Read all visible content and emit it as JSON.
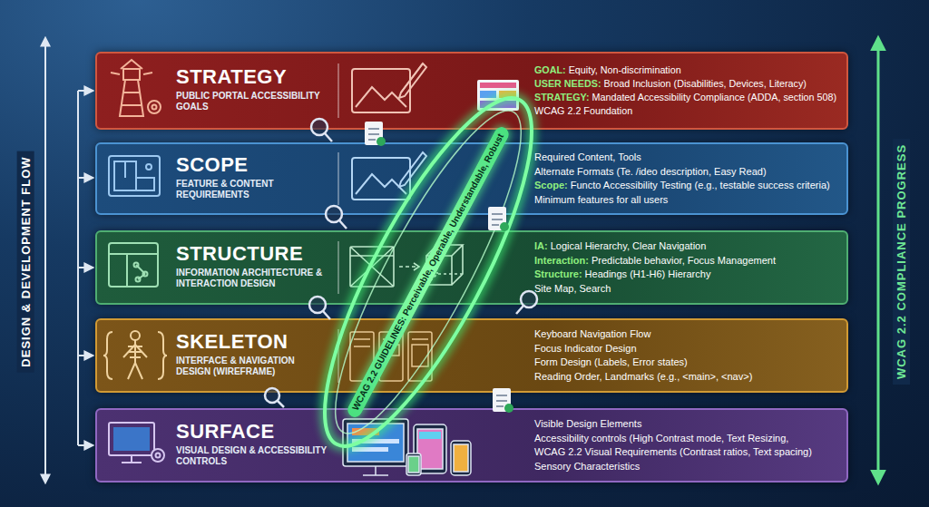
{
  "diagram": {
    "nodes": [
      {
        "text": [
          "STRATEGY",
          "PUBLIC PORTAL ACCESSIBILITY GOALS",
          "GOAL: Equity, Non-discrimination",
          "USER NEEDS: Broad Inclusion (Disabilities, Devices, Literacy)",
          "STRATEGY: Mandated Accessibility Compliance (ADDA, section 508)",
          "WCAG 2.2 Foundation"
        ]
      },
      {
        "text": [
          "SCOPE",
          "FEATURE & CONTENT REQUIREMENTS",
          "Required Content, Tools",
          "Alternate Formats (Te. /ideo description, Easy Read)",
          "Scope: Functo Accessibility Testing (e.g., testable success criteria)",
          "Minimum features for all users"
        ]
      },
      {
        "text": [
          "STRUCTURE",
          "INFORMATION ARCHITECTURE & INTERACTION DESIGN",
          "IA: Logical Hierarchy, Clear Navigation",
          "Interaction: Predictable behavior, Focus Management",
          "Structure: Headings (H1-H6) Hierarchy",
          "Site Map, Search"
        ]
      },
      {
        "text": [
          "SKELETON",
          "INTERFACE & NAVIGATION DESIGN (WIREFRAME)",
          "Keyboard Navigation Flow",
          "Focus Indicator Design",
          "Form Design (Labels, Error states)",
          "Reading Order, Landmarks (e.g., <main>, <nav>)"
        ]
      },
      {
        "text": [
          "SURFACE",
          "VISUAL DESIGN & ACCESSIBILITY CONTROLS",
          "Visible Design Elements",
          "Accessibility controls (High Contrast mode, Text Resizing,",
          "WCAG 2.2 Visual Requirements (Contrast ratios, Text spacing)",
          "Sensory Characteristics"
        ]
      }
    ],
    "labels": [
      "DESIGN & DEVELOPMENT FLOW",
      "WCAG 2.2 COMPLIANCE PROGRESS",
      "WCAG 2.2 GUIDELINES: Perceivable, Operable, Understandable, Robust"
    ]
  }
}
